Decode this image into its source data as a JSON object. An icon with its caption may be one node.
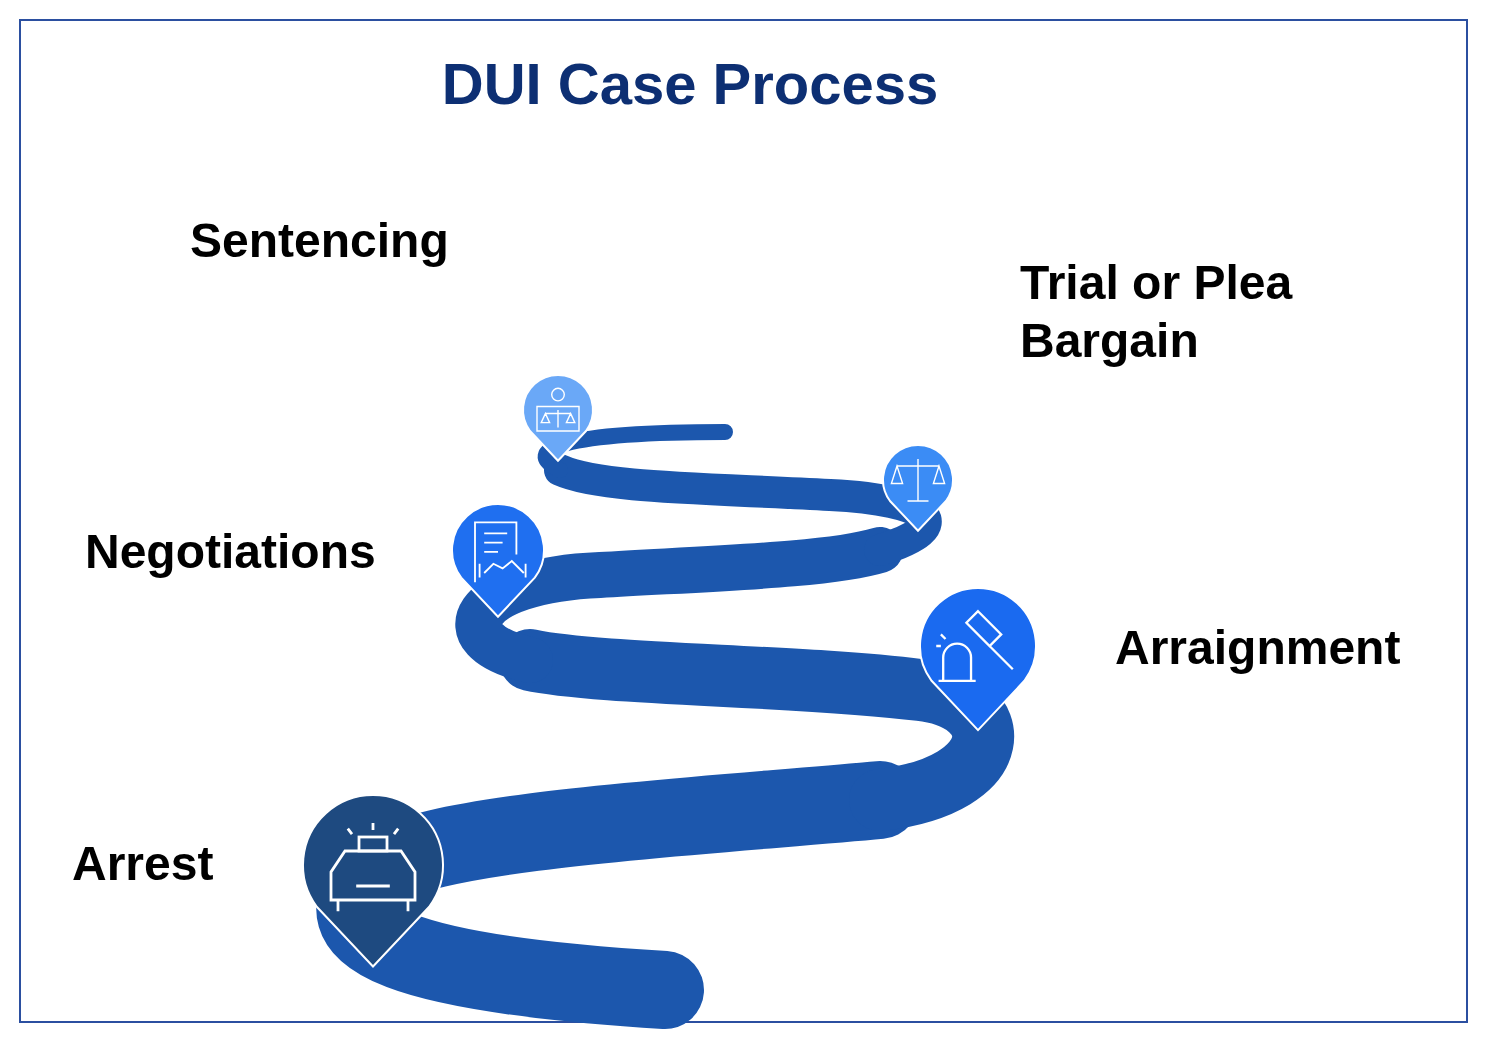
{
  "diagram": {
    "title": "DUI Case Process",
    "labels": [
      "Sentencing",
      "Trial or Plea Bargain",
      "Negotiations",
      "Arraignment",
      "Arrest"
    ]
  }
}
